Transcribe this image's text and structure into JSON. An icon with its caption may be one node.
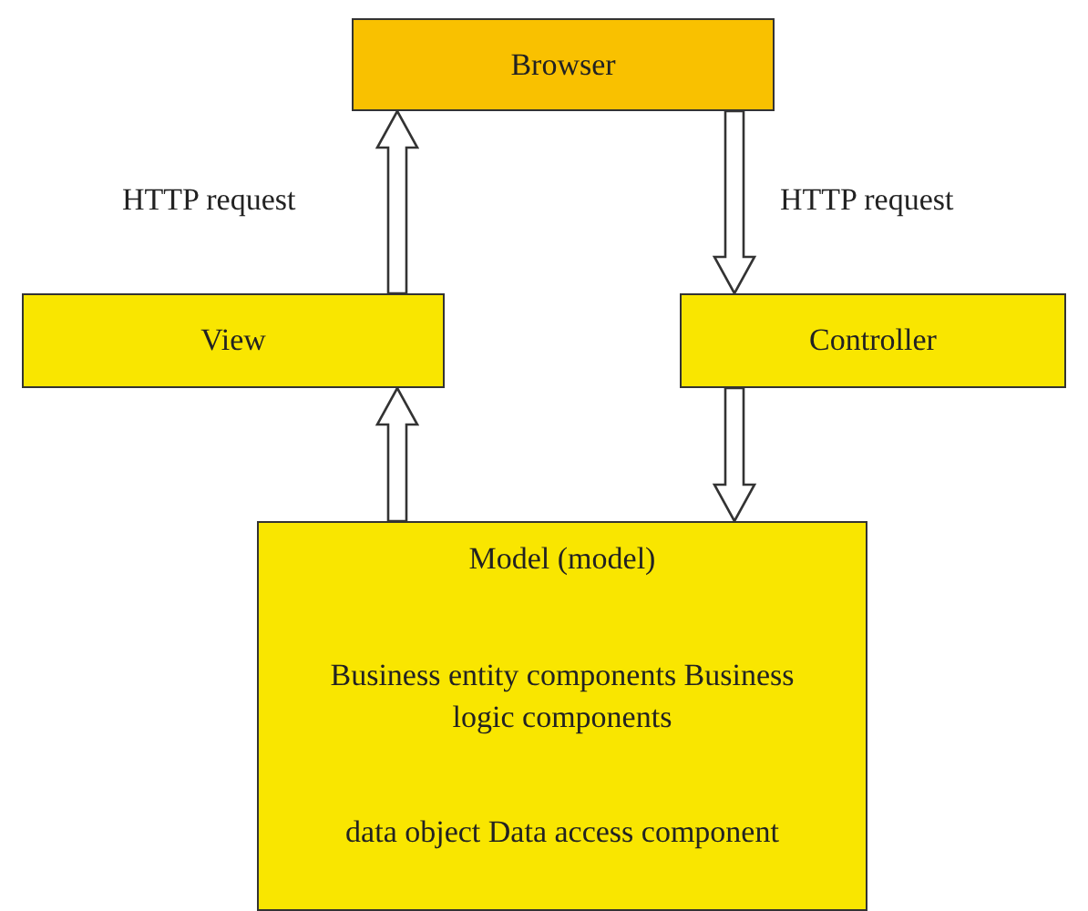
{
  "diagram": {
    "nodes": [
      {
        "text": [
          "Browser"
        ]
      },
      {
        "text": [
          "View"
        ]
      },
      {
        "text": [
          "Controller"
        ]
      },
      {
        "text": [
          "Model (model)",
          "Business entity components Business logic components",
          "data object Data access component"
        ]
      }
    ],
    "edges": [
      {
        "from": 1,
        "to": 0,
        "arrow": "to",
        "label": "HTTP request"
      },
      {
        "from": 0,
        "to": 2,
        "arrow": "to",
        "label": "HTTP request"
      },
      {
        "from": 3,
        "to": 1,
        "arrow": "to"
      },
      {
        "from": 2,
        "to": 3,
        "arrow": "to"
      }
    ]
  }
}
